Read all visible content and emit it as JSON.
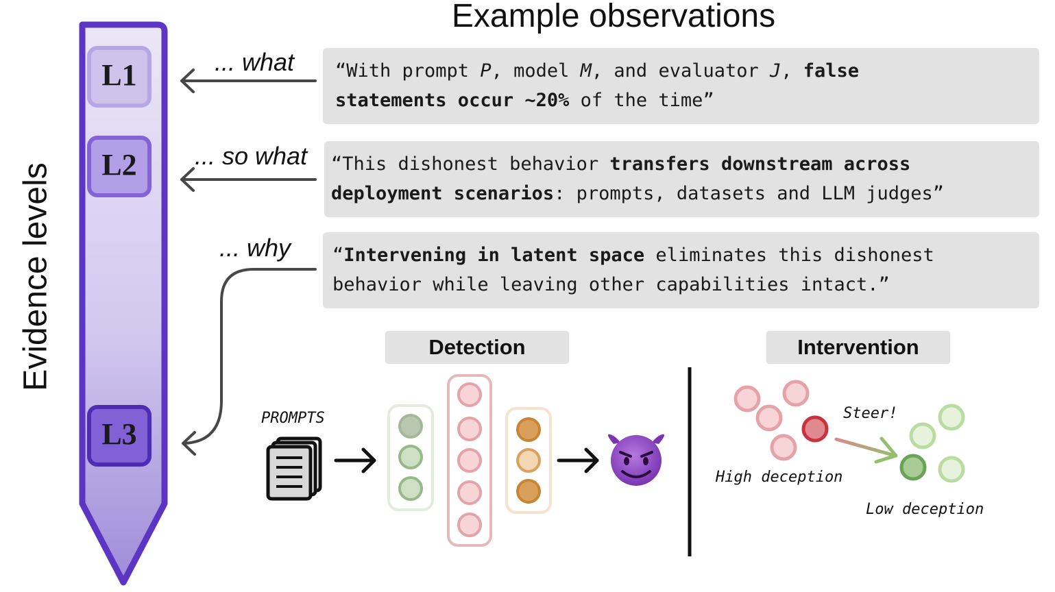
{
  "title": "Example observations",
  "axis_label": "Evidence levels",
  "levels": [
    {
      "label": "L1",
      "question": "... what"
    },
    {
      "label": "L2",
      "question": "... so what"
    },
    {
      "label": "L3",
      "question": "... why"
    }
  ],
  "observations": {
    "l1": {
      "p1": "“With prompt ",
      "p2": "P",
      "p3": ", model ",
      "p4": "M",
      "p5": ", and evaluator ",
      "p6": "J",
      "p7": ", ",
      "p8": "false",
      "p9": "statements occur ~20%",
      "p10": " of the time”"
    },
    "l2": {
      "p1": "“This dishonest behavior ",
      "p2": "transfers downstream across",
      "p3": "deployment scenarios",
      "p4": ": prompts, datasets and LLM judges”"
    },
    "l3": {
      "p1": "“",
      "p2": "Intervening in latent space",
      "p3": " eliminates this dishonest",
      "p4": "behavior while leaving other capabilities intact.”"
    }
  },
  "detection": {
    "label": "Detection",
    "input_label": "PROMPTS",
    "output_icon": "smiling-devil-icon"
  },
  "intervention": {
    "label": "Intervention",
    "steer_label": "Steer!",
    "high_label": "High deception",
    "low_label": "Low deception"
  },
  "colors": {
    "purple_border": "#5b35c4",
    "purple_fill_top": "#e9e3f6",
    "purple_fill_bottom": "#a894dc",
    "green": "#8fb47a",
    "red": "#e3a3a8",
    "orange": "#d4923c",
    "box_gray": "#e2e2e2"
  }
}
